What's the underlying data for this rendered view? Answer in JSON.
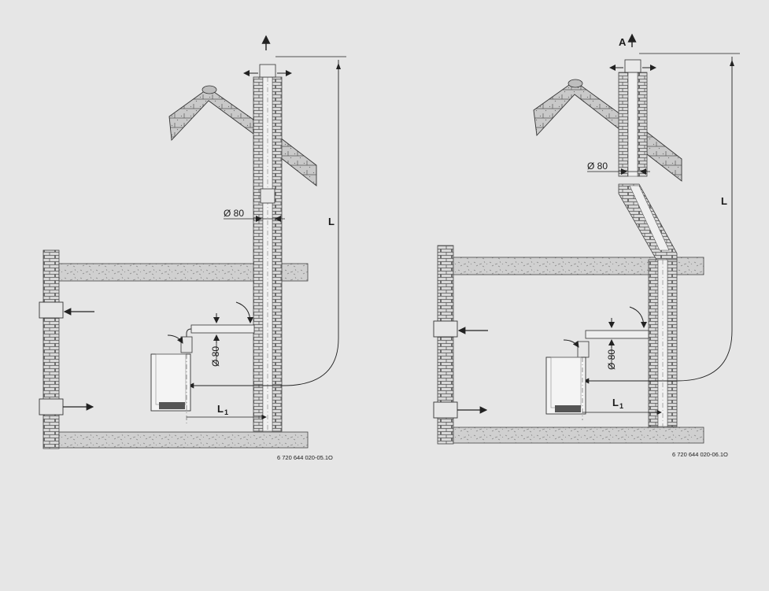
{
  "diagram_left": {
    "dimension_L": "L",
    "dimension_L1": "L",
    "dimension_L1_sub": "1",
    "diameter_horizontal": "Ø 80",
    "diameter_vertical": "Ø 80",
    "figure_code": "6 720 644 020-05.1O"
  },
  "diagram_right": {
    "label_A": "A",
    "dimension_L": "L",
    "dimension_L1": "L",
    "dimension_L1_sub": "1",
    "diameter_horizontal": "Ø 80",
    "diameter_vertical": "Ø 80",
    "figure_code": "6 720 644 020-06.1O"
  },
  "colors": {
    "background": "#e6e6e6",
    "brick": "#d8d8d8",
    "brick_line": "#555555",
    "slab": "#cfcfcf",
    "line": "#2a2a2a"
  }
}
